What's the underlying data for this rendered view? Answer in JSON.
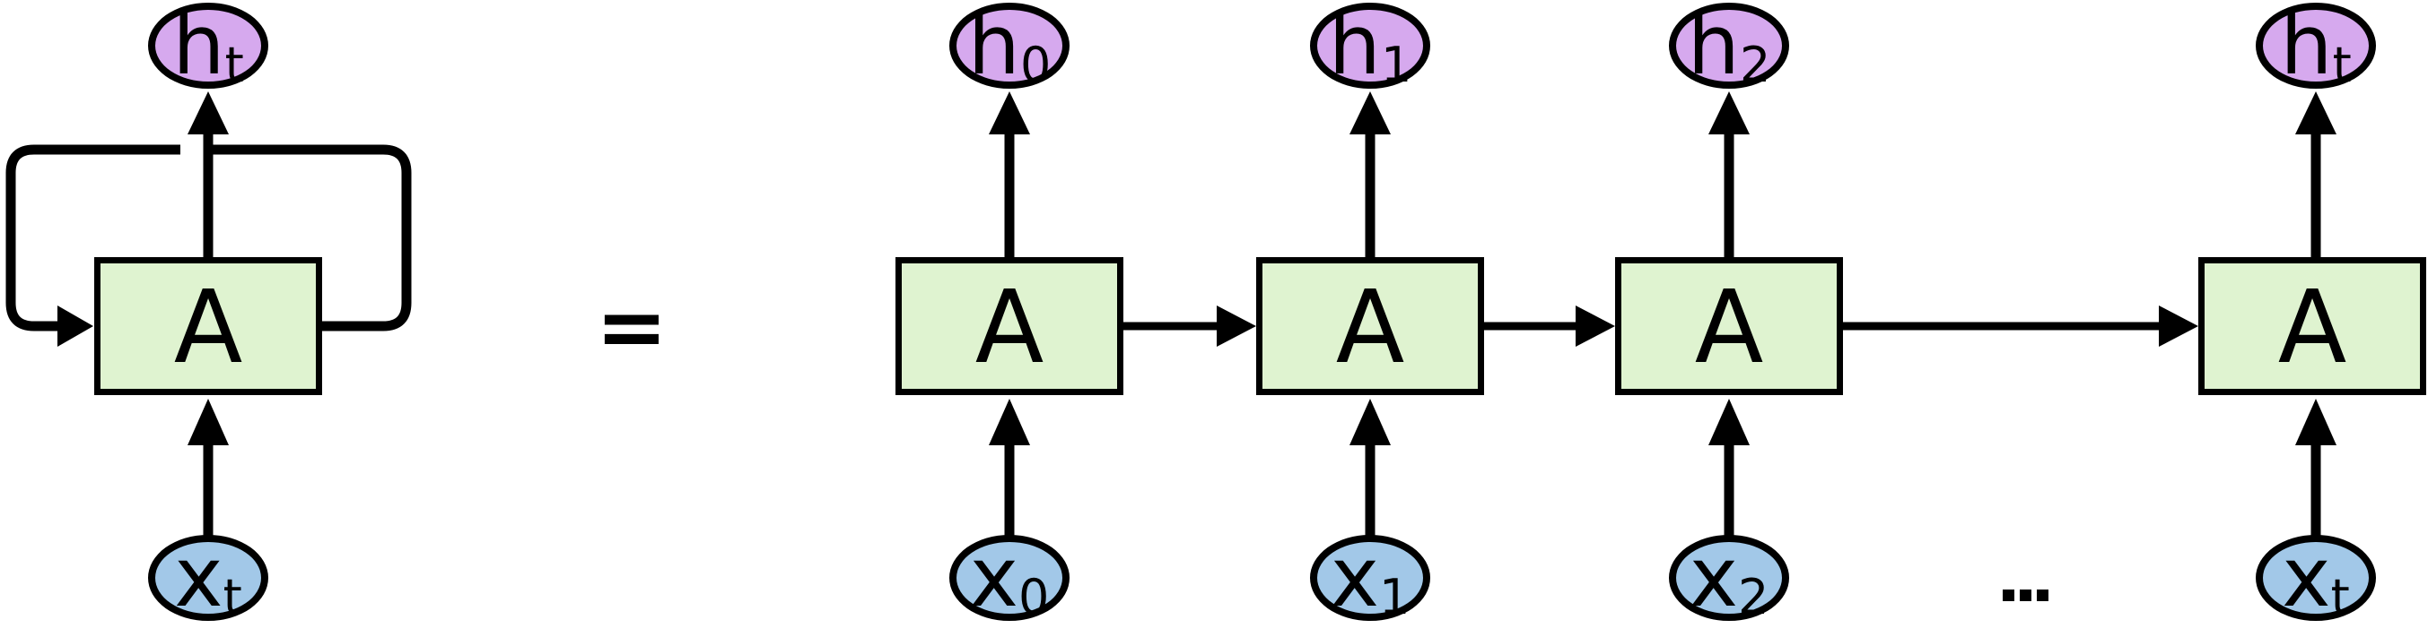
{
  "diagram": {
    "kind": "recurrent-neural-network-unrolled",
    "equals_sign": "=",
    "ellipsis": "...",
    "colors": {
      "hidden_state_fill": "#d6a9ee",
      "input_fill": "#a2c8e8",
      "cell_fill": "#dff3d0",
      "stroke": "#000000",
      "background": "#ffffff"
    },
    "folded_cell": {
      "cell_label": "A",
      "output_label": {
        "base": "h",
        "sub": "t"
      },
      "input_label": {
        "base": "x",
        "sub": "t"
      }
    },
    "unrolled_cells": [
      {
        "cell_label": "A",
        "output_label": {
          "base": "h",
          "sub": "0"
        },
        "input_label": {
          "base": "x",
          "sub": "0"
        }
      },
      {
        "cell_label": "A",
        "output_label": {
          "base": "h",
          "sub": "1"
        },
        "input_label": {
          "base": "x",
          "sub": "1"
        }
      },
      {
        "cell_label": "A",
        "output_label": {
          "base": "h",
          "sub": "2"
        },
        "input_label": {
          "base": "x",
          "sub": "2"
        }
      },
      {
        "cell_label": "A",
        "output_label": {
          "base": "h",
          "sub": "t"
        },
        "input_label": {
          "base": "x",
          "sub": "t"
        }
      }
    ]
  }
}
